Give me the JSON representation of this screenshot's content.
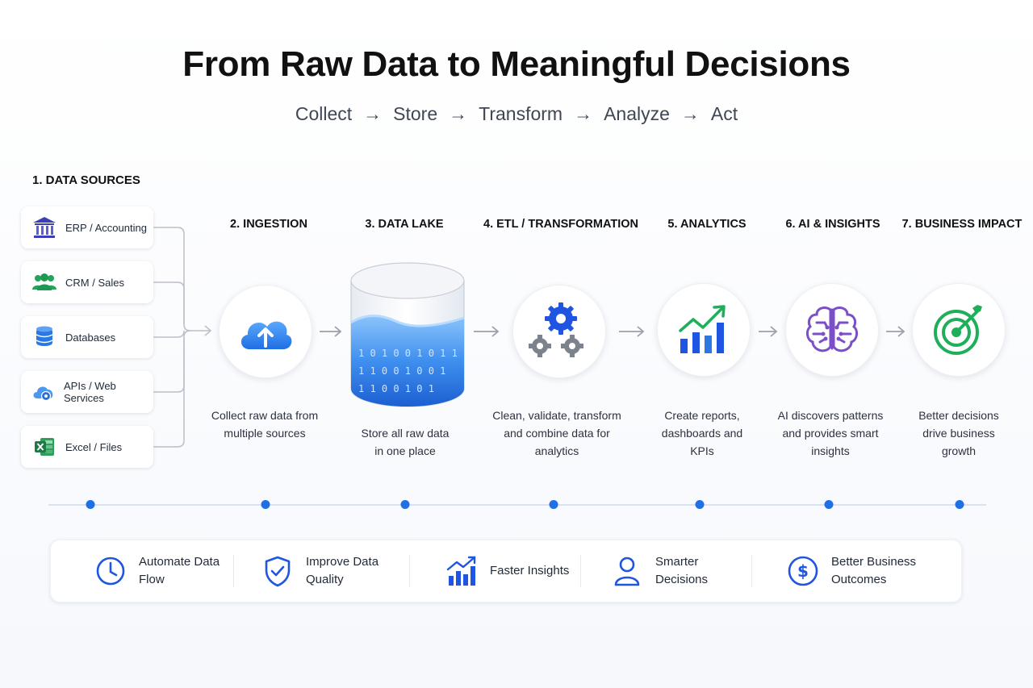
{
  "title": "From Raw Data to Meaningful Decisions",
  "steps": [
    "Collect",
    "Store",
    "Transform",
    "Analyze",
    "Act"
  ],
  "arrow_glyph": "→",
  "sources": {
    "heading": "1. DATA SOURCES",
    "items": [
      {
        "label": "ERP / Accounting",
        "icon": "bank-icon"
      },
      {
        "label": "CRM / Sales",
        "icon": "people-icon"
      },
      {
        "label": "Databases",
        "icon": "database-icon"
      },
      {
        "label": "APIs / Web Services",
        "icon": "cloud-gear-icon"
      },
      {
        "label": "Excel / Files",
        "icon": "excel-icon"
      }
    ]
  },
  "stages": [
    {
      "title": "2. INGESTION",
      "desc": "Collect raw data from multiple sources",
      "icon": "cloud-upload-icon"
    },
    {
      "title": "3. DATA LAKE",
      "desc": "Store all raw data in one place",
      "icon": "data-lake-icon",
      "binary_rows": [
        "1 0 1 0 0 1 0 1 1",
        "1 1 0 0 1 0 0 1",
        "1 1 0 0 1 0 1"
      ]
    },
    {
      "title": "4. ETL / TRANSFORMATION",
      "desc": "Clean, validate, transform and combine data for analytics",
      "icon": "gears-icon"
    },
    {
      "title": "5. ANALYTICS",
      "desc": "Create reports, dashboards and KPIs",
      "icon": "bar-chart-icon"
    },
    {
      "title": "6. AI & INSIGHTS",
      "desc": "AI discovers patterns and provides smart insights",
      "icon": "brain-icon"
    },
    {
      "title": "7. BUSINESS IMPACT",
      "desc": "Better decisions drive business growth",
      "icon": "target-icon"
    }
  ],
  "benefits": [
    {
      "label": "Automate Data Flow",
      "icon": "clock-icon"
    },
    {
      "label": "Improve Data Quality",
      "icon": "shield-check-icon"
    },
    {
      "label": "Faster Insights",
      "icon": "growth-chart-icon"
    },
    {
      "label": "Smarter Decisions",
      "icon": "user-icon"
    },
    {
      "label": "Better Business Outcomes",
      "icon": "dollar-icon"
    }
  ],
  "colors": {
    "accent": "#1f6fe5",
    "green": "#1fae5a",
    "purple": "#7a4fc7",
    "text": "#1f2937"
  }
}
